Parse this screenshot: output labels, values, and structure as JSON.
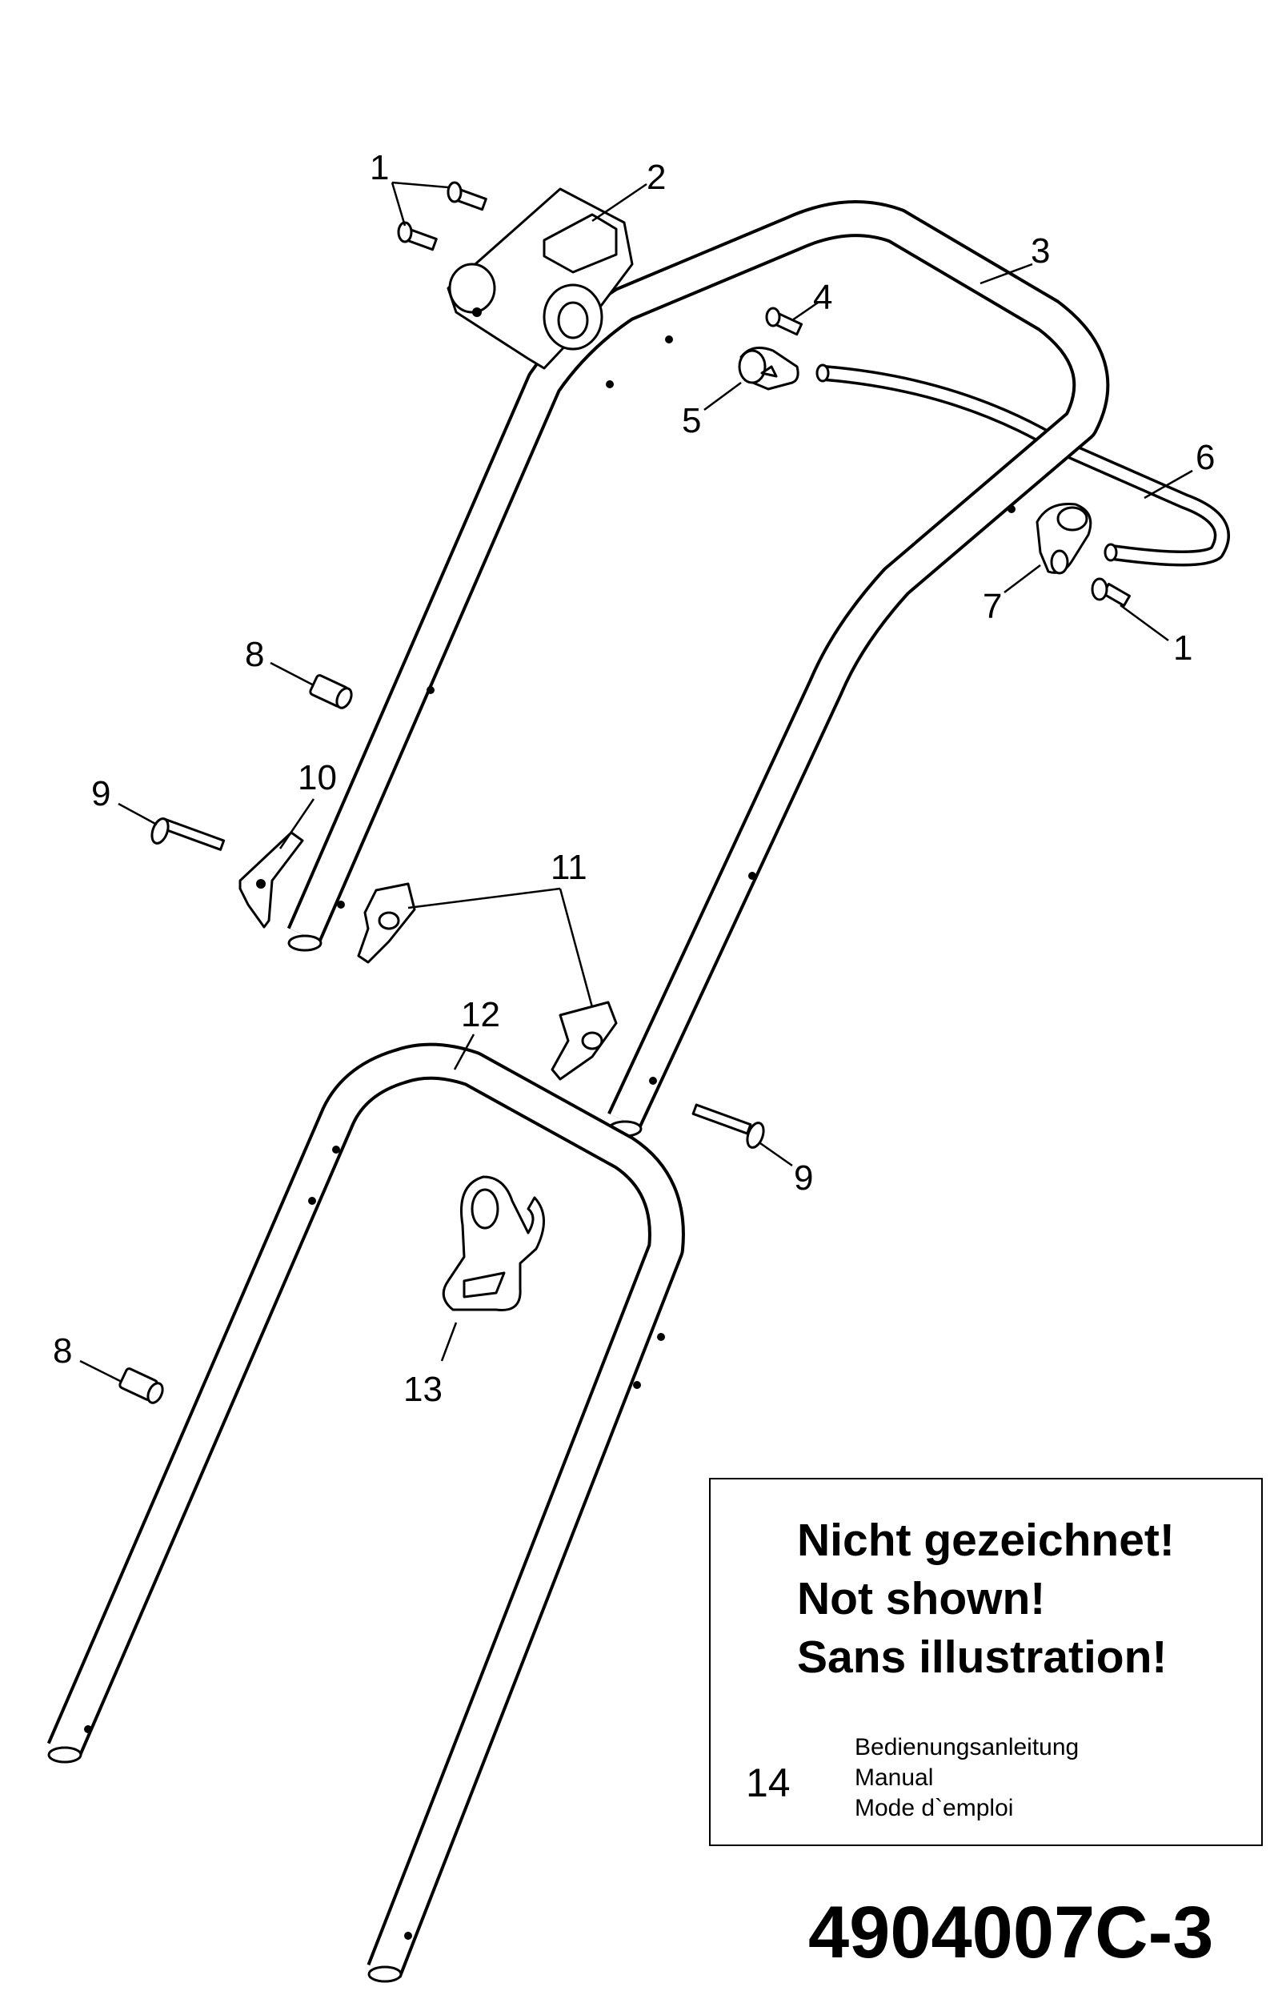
{
  "callouts": [
    {
      "id": "c1a",
      "text": "1"
    },
    {
      "id": "c2",
      "text": "2"
    },
    {
      "id": "c3",
      "text": "3"
    },
    {
      "id": "c4",
      "text": "4"
    },
    {
      "id": "c5",
      "text": "5"
    },
    {
      "id": "c6",
      "text": "6"
    },
    {
      "id": "c7",
      "text": "7"
    },
    {
      "id": "c1b",
      "text": "1"
    },
    {
      "id": "c8a",
      "text": "8"
    },
    {
      "id": "c9a",
      "text": "9"
    },
    {
      "id": "c10",
      "text": "10"
    },
    {
      "id": "c11",
      "text": "11"
    },
    {
      "id": "c12",
      "text": "12"
    },
    {
      "id": "c9b",
      "text": "9"
    },
    {
      "id": "c13",
      "text": "13"
    },
    {
      "id": "c8b",
      "text": "8"
    }
  ],
  "note": {
    "lines": [
      "Nicht gezeichnet!",
      "Not shown!",
      "Sans illustration!"
    ],
    "item_number": "14",
    "item_description": [
      "Bedienungsanleitung",
      "Manual",
      "Mode d`emploi"
    ]
  },
  "drawing_number": "4904007C-3"
}
